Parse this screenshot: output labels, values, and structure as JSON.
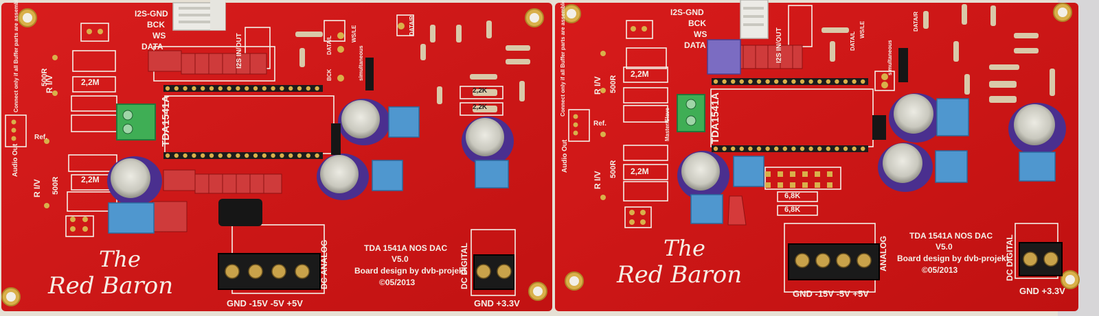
{
  "colors": {
    "pcb": "#d01818",
    "pcb_dark": "#9e0c0c",
    "silk": "#f4f0e8",
    "pad": "#d9b04a",
    "cap_purple": "#4a2f8f",
    "cap_top": "#cfcfc6",
    "blue_block": "#4f97cf",
    "red_cap": "#d53a3a",
    "terminal": "#1a1a1a",
    "green_terminal": "#3fae55",
    "background": "#e8e2d6"
  },
  "left_board": {
    "logo_line1": "The",
    "logo_line2": "Red Baron",
    "info_title": "TDA 1541A NOS DAC",
    "info_version": "V5.0",
    "info_design": "Board design by dvb-projekt",
    "info_date": "©05/2013",
    "chip_label": "TDA1541A",
    "i2s_gnd": "I2S-GND",
    "bck": "BCK",
    "ws": "WS",
    "data": "DATA",
    "i2s_inout": "I2S IN/OUT",
    "r_iv_top": "R I/V",
    "r_500_top": "500R",
    "r_iv_bottom": "R I/V",
    "r_500_bottom": "500R",
    "res_2m2_top": "2,2M",
    "res_2m2_bottom": "2,2M",
    "ref": "Ref.",
    "audio_out": "Audio Out",
    "dc_analog": "DC ANALOG",
    "dc_digital": "DC DIGITAL",
    "analog_pins": "GND -15V -5V +5V",
    "digital_pins": "GND +3.3V",
    "res_2k2_a": "2,2K",
    "res_2k2_b": "2,2K",
    "connect_note": "Connect only if all Buffer parts are assembled!",
    "simultaneous": "simultaneous",
    "data_l": "DATA/L",
    "wsle": "WS/LE",
    "data_r": "DATA/R",
    "bck_small": "BCK"
  },
  "right_board": {
    "logo_line1": "The",
    "logo_line2": "Red Baron",
    "info_title": "TDA 1541A NOS DAC",
    "info_version": "V5.0",
    "info_design": "Board design by dvb-projekt",
    "info_date": "©05/2013",
    "chip_label": "TDA1541A",
    "i2s_gnd": "I2S-GND",
    "bck": "BCK",
    "ws": "WS",
    "data": "DATA",
    "i2s_inout": "I2S IN/OUT",
    "r_iv_top": "R I/V",
    "r_500_top": "500R",
    "r_iv_bottom": "R I/V",
    "r_500_bottom": "500R",
    "res_2m2_top": "2,2M",
    "res_2m2_bottom": "2,2M",
    "ref": "Ref.",
    "audio_out": "Audio Out",
    "dc_analog": "ANALOG",
    "dc_digital": "DC DIGITAL",
    "analog_pins": "GND -15V -5V +5V",
    "digital_pins": "GND +3.3V",
    "res_6k8_a": "6,8K",
    "res_6k8_b": "6,8K",
    "master_slave": "Master/Slave",
    "connect_note": "Connect only if all Buffer parts are assembled!",
    "simultaneous": "simultaneous",
    "data_l": "DATA/L",
    "wsle": "WS/LE",
    "data_r": "DATA/R"
  }
}
